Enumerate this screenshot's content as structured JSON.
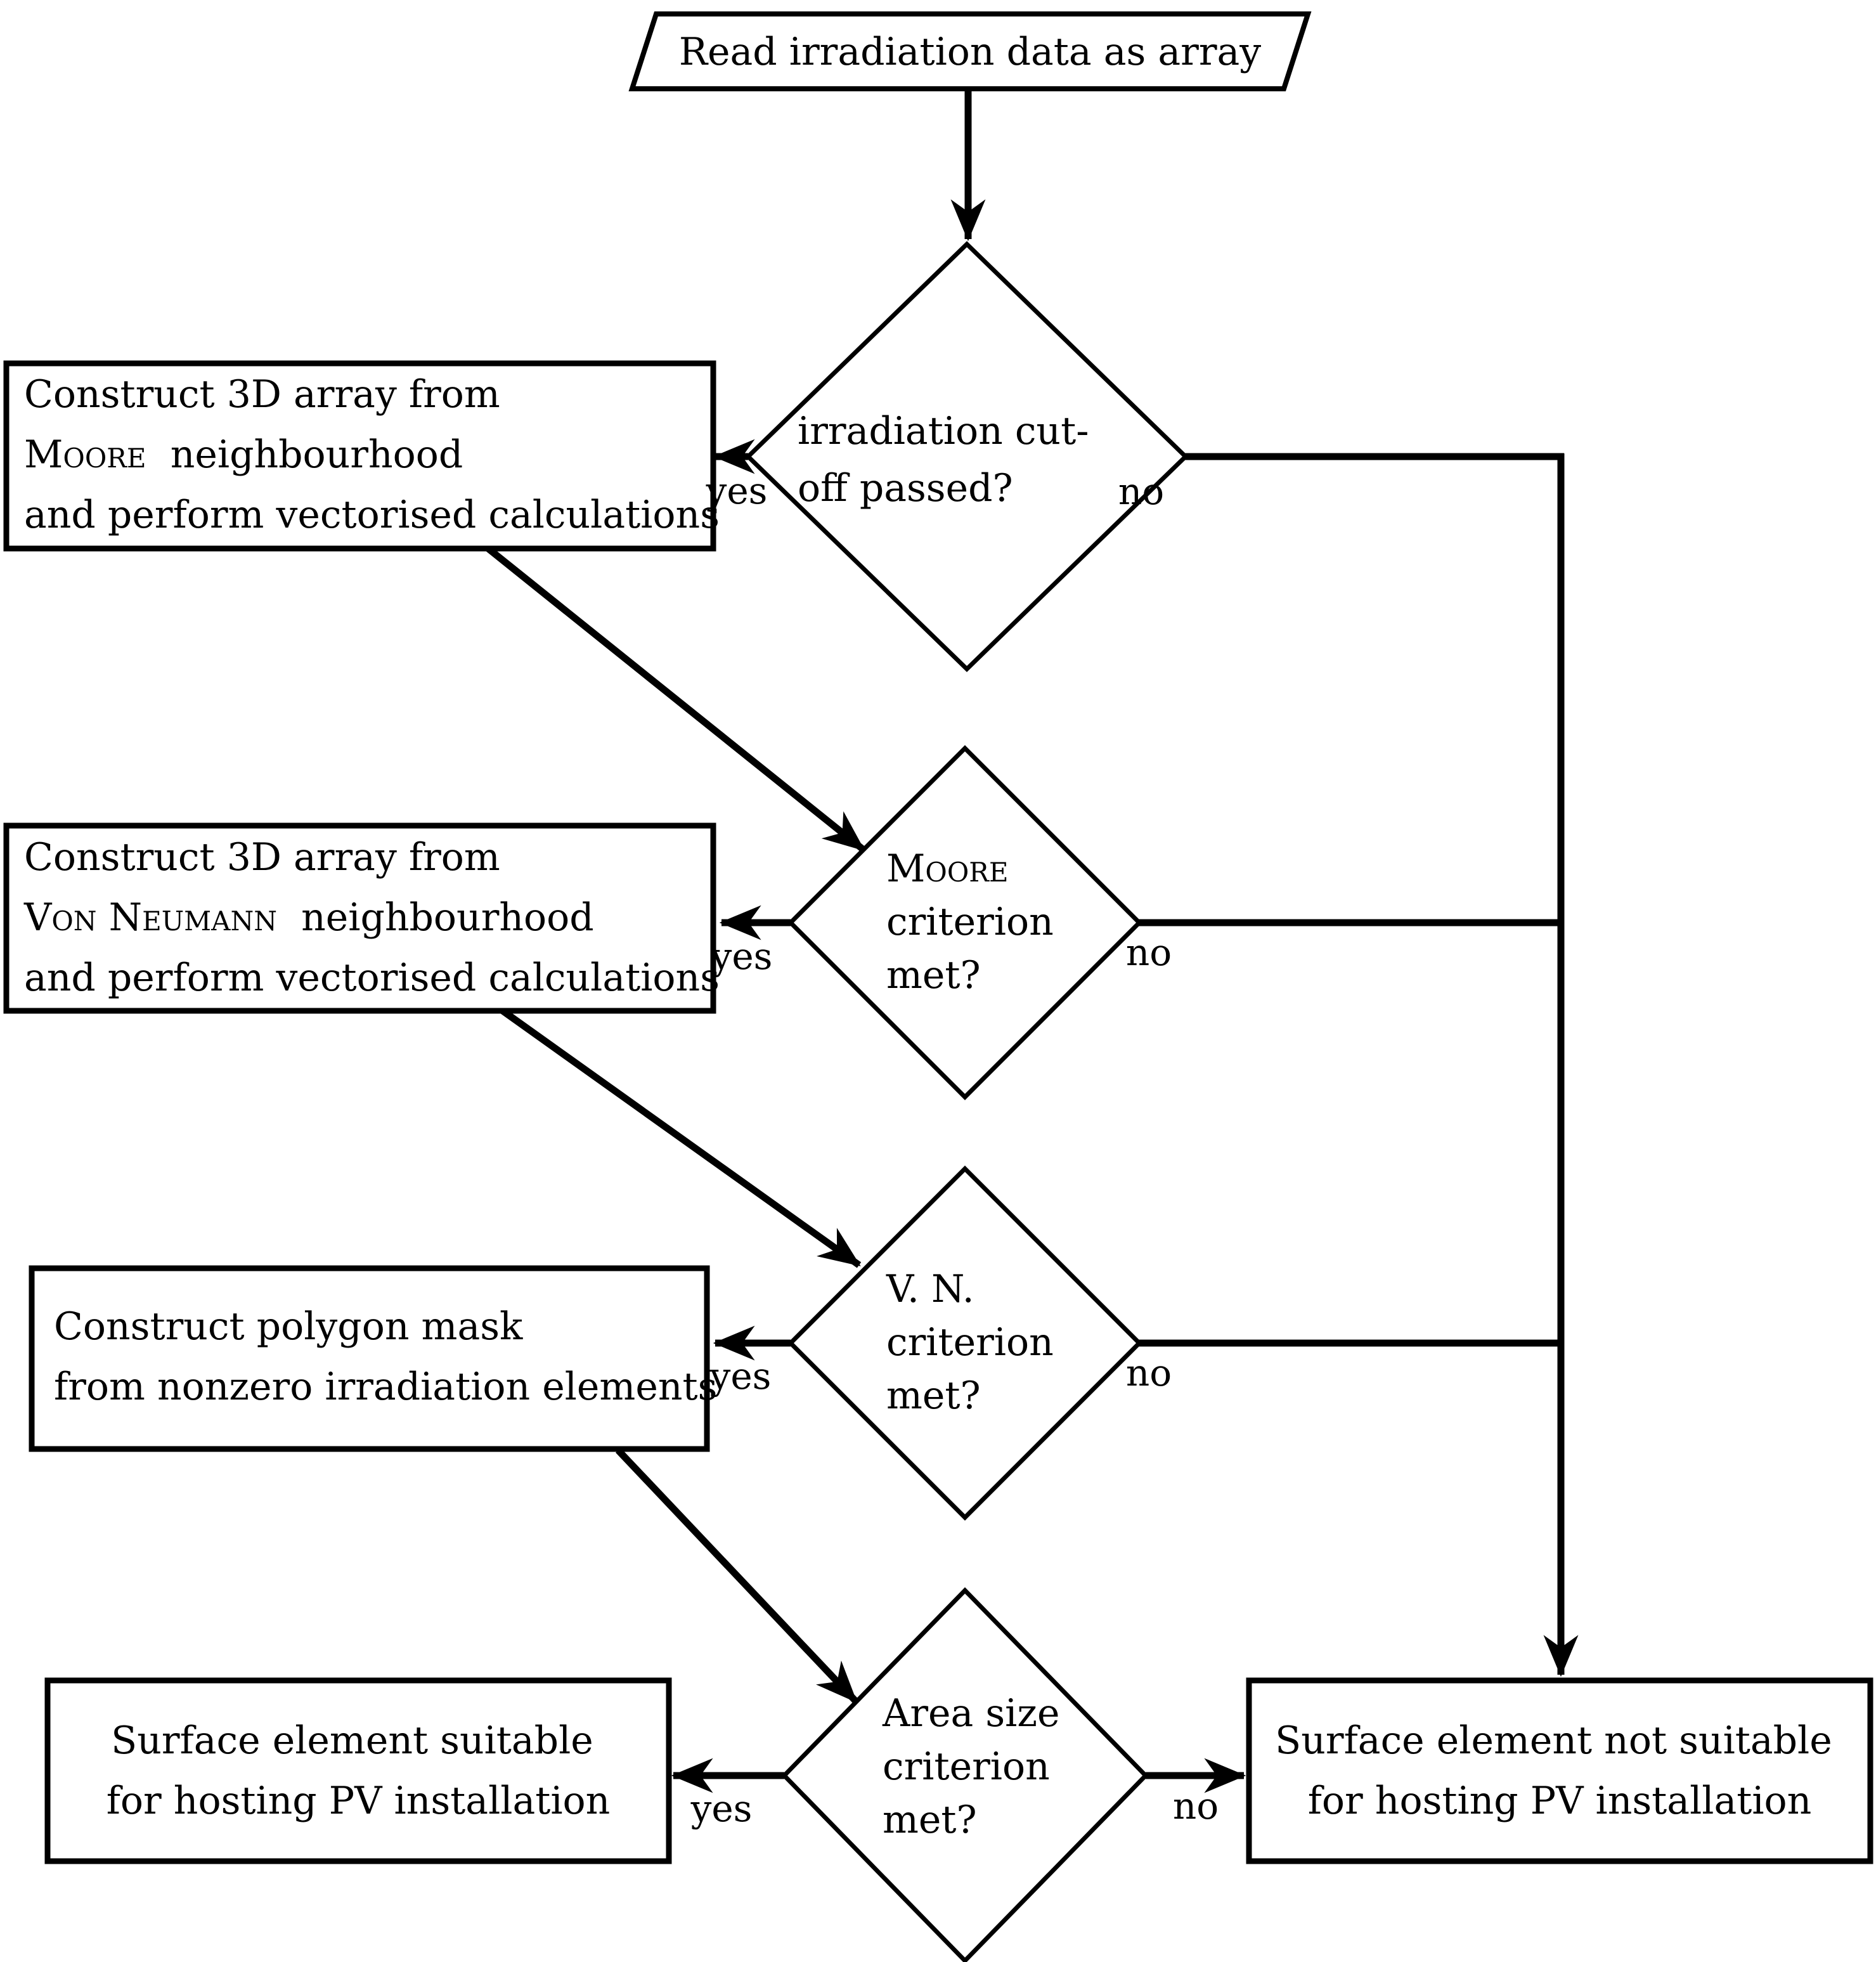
{
  "start": {
    "label": "Read irradiation data as array"
  },
  "decisions": {
    "cutoff": {
      "line1": "irradiation cut-",
      "line2": "off passed?",
      "yes": "yes",
      "no": "no"
    },
    "moore": {
      "line1_sc": "Moore",
      "line2": "criterion",
      "line3": "met?",
      "yes": "yes",
      "no": "no"
    },
    "vn": {
      "line1": "V. N.",
      "line2": "criterion",
      "line3": "met?",
      "yes": "yes",
      "no": "no"
    },
    "area": {
      "line1": "Area size",
      "line2": "criterion",
      "line3": "met?",
      "yes": "yes",
      "no": "no"
    }
  },
  "processes": {
    "moore": {
      "line1": "Construct 3D array from",
      "line2_sc": "Moore",
      "line2_rest": " neighbourhood",
      "line3": "and perform vectorised calculations"
    },
    "von_neumann": {
      "line1": "Construct 3D array from",
      "line2_sc": "Von Neumann",
      "line2_rest": " neighbourhood",
      "line3": "and perform vectorised calculations"
    },
    "polygon": {
      "line1": "Construct polygon mask",
      "line2": "from nonzero irradiation elements"
    }
  },
  "terminals": {
    "suitable": {
      "line1": "Surface element suitable",
      "line2": "for hosting PV installation"
    },
    "not_suitable": {
      "line1": "Surface element not suitable",
      "line2": "for hosting PV installation"
    }
  },
  "colors": {
    "stroke": "#000000",
    "background": "#ffffff"
  }
}
